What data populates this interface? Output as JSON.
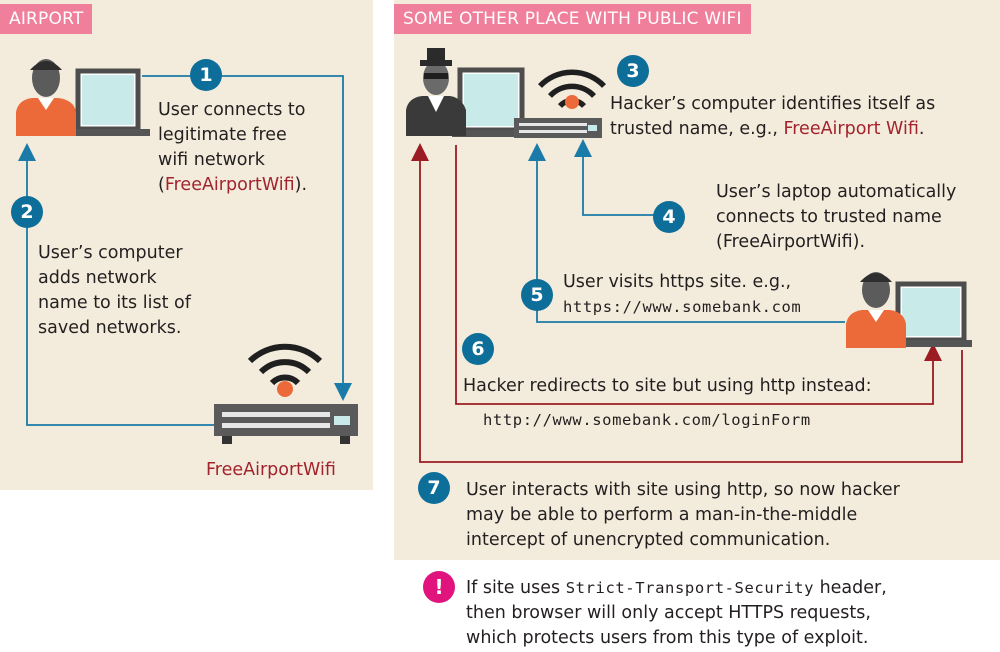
{
  "airport": {
    "title": "AIRPORT",
    "step1": {
      "num": "1",
      "lines": [
        "User connects to",
        "legitimate free",
        "wifi network"
      ],
      "paren_open": "(",
      "name": "FreeAirportWifi",
      "paren_close": ")."
    },
    "step2": {
      "num": "2",
      "lines": [
        "User’s computer",
        "adds network",
        "name to its list of",
        "saved networks."
      ]
    },
    "router_label": "FreeAirportWifi"
  },
  "public": {
    "title": "SOME OTHER PLACE WITH PUBLIC WIFI",
    "step3": {
      "num": "3",
      "line1": "Hacker’s computer identifies itself as",
      "line2_prefix": "trusted name, e.g., ",
      "line2_name": "FreeAirport Wifi",
      "line2_suffix": "."
    },
    "step4": {
      "num": "4",
      "lines": [
        "User’s laptop automatically",
        "connects to trusted name",
        "(FreeAirportWifi)."
      ]
    },
    "step5": {
      "num": "5",
      "line1": "User visits https site. e.g.,",
      "url": "https://www.somebank.com"
    },
    "step6": {
      "num": "6",
      "line1": "Hacker redirects to site but using http instead:",
      "url": "http://www.somebank.com/loginForm"
    },
    "step7": {
      "num": "7",
      "lines": [
        "User interacts with site using http, so now hacker",
        "may be able to perform a man-in-the-middle",
        "intercept of unencrypted communication."
      ]
    }
  },
  "note": {
    "icon": "!",
    "line1_prefix": "If site uses ",
    "line1_code": "Strict-Transport-Security",
    "line1_suffix": " header,",
    "line2": "then browser will only accept HTTPS requests,",
    "line3": "which protects users from this type of exploit."
  },
  "colors": {
    "panel_bg": "#f3ecdc",
    "title_bg": "#ef7f9a",
    "badge": "#0e6e9a",
    "arrow_blue": "#1a7aa8",
    "arrow_red": "#9b1c22",
    "warn": "#e0147c"
  }
}
